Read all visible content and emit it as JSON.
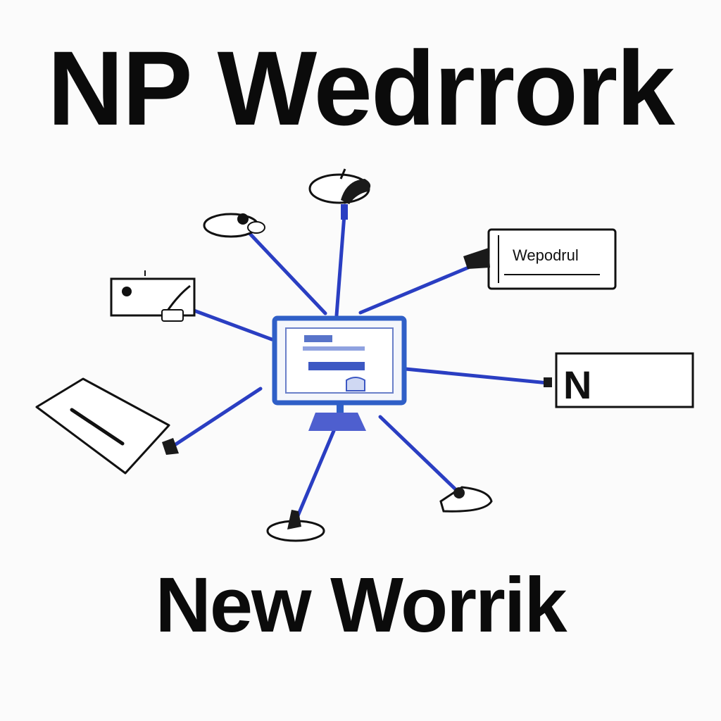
{
  "header": {
    "title": "NP Wedrrork"
  },
  "footer": {
    "title": "New Worrik"
  },
  "diagram": {
    "type": "network",
    "hub": {
      "icon": "computer-monitor-icon"
    },
    "nodes": [
      {
        "id": "top-router",
        "icon": "router-icon"
      },
      {
        "id": "upper-left-mouse",
        "icon": "mouse-icon"
      },
      {
        "id": "left-card",
        "icon": "card-reader-icon"
      },
      {
        "id": "left-paper",
        "icon": "document-icon"
      },
      {
        "id": "bottom-left-device",
        "icon": "pen-tablet-icon"
      },
      {
        "id": "bottom-right-mouse",
        "icon": "mouse-icon"
      },
      {
        "id": "right-box",
        "icon": "server-box-icon",
        "label": "N"
      },
      {
        "id": "upper-right-drive",
        "icon": "storage-drive-icon",
        "label": "Wepodrul"
      }
    ],
    "colors": {
      "link": "#2a3ec2",
      "hub": "#2f5fc7",
      "ink": "#111111"
    }
  }
}
